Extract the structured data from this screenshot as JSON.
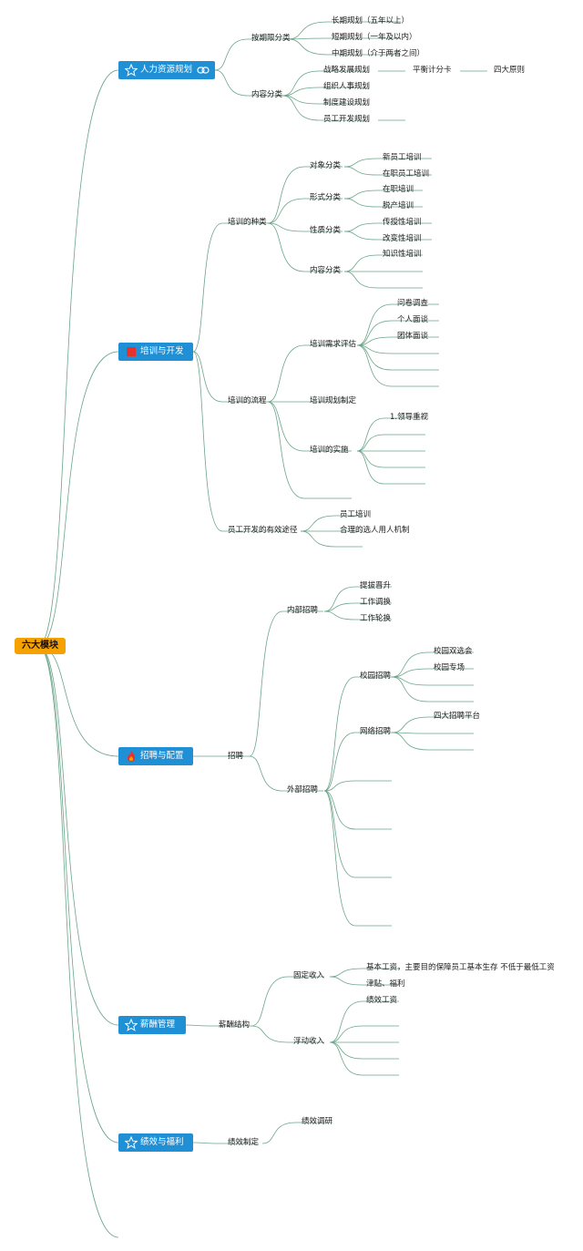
{
  "root": {
    "label": "六大模块"
  },
  "modules": [
    {
      "label": "人力资源规划",
      "icon": "star-outline-icon"
    },
    {
      "label": "培训与开发",
      "icon": "red-flag-icon"
    },
    {
      "label": "招聘与配置",
      "icon": "fire-icon"
    },
    {
      "label": "薪酬管理",
      "icon": "star-outline-icon"
    },
    {
      "label": "绩效与福利",
      "icon": "star-outline-icon"
    }
  ],
  "hr_planning": {
    "by_term": "按期限分类",
    "long_term": "长期规划（五年以上）",
    "short_term": "短期规划（一年及以内）",
    "mid_term": "中期规划（介于两者之间）",
    "by_content": "内容分类",
    "strategic": "战略发展规划",
    "bsc": "平衡计分卡",
    "four_principles": "四大原则",
    "org_personnel": "组织人事规划",
    "system_build": "制度建设规划",
    "staff_dev": "员工开发规划"
  },
  "training": {
    "types": "培训的种类",
    "by_object": "对象分类",
    "new_staff": "新员工培训",
    "in_service_staff": "在职员工培训",
    "by_form": "形式分类",
    "on_job": "在职培训",
    "off_job": "脱产培训",
    "by_nature": "性质分类",
    "teaching": "传授性培训",
    "changing": "改变性培训",
    "by_content": "内容分类",
    "knowledge": "知识性培训",
    "process": "培训的流程",
    "needs_assess": "培训需求评估",
    "questionnaire": "问卷调查",
    "personal_interview": "个人面谈",
    "group_interview": "团体面谈",
    "plan_making": "培训规划制定",
    "implementation": "培训的实施",
    "leader_value": "1.领导重视",
    "staff_dev_ways": "员工开发的有效途径",
    "staff_training": "员工培训",
    "selection_mech": "合理的选人用人机制"
  },
  "recruit": {
    "recruit": "招聘",
    "internal": "内部招聘",
    "promotion": "提拔晋升",
    "job_transfer": "工作调换",
    "job_rotation": "工作轮换",
    "external": "外部招聘",
    "campus": "校园招聘",
    "campus_fair": "校园双选会",
    "campus_special": "校园专场",
    "online": "网络招聘",
    "four_platforms": "四大招聘平台"
  },
  "salary": {
    "structure": "薪酬结构",
    "fixed": "固定收入",
    "base_pay": "基本工资，主要目的保障员工基本生存 不低于最低工资",
    "allowance": "津贴、福利",
    "floating": "浮动收入",
    "perf_pay": "绩效工资"
  },
  "performance": {
    "making": "绩效制定",
    "research": "绩效调研"
  }
}
